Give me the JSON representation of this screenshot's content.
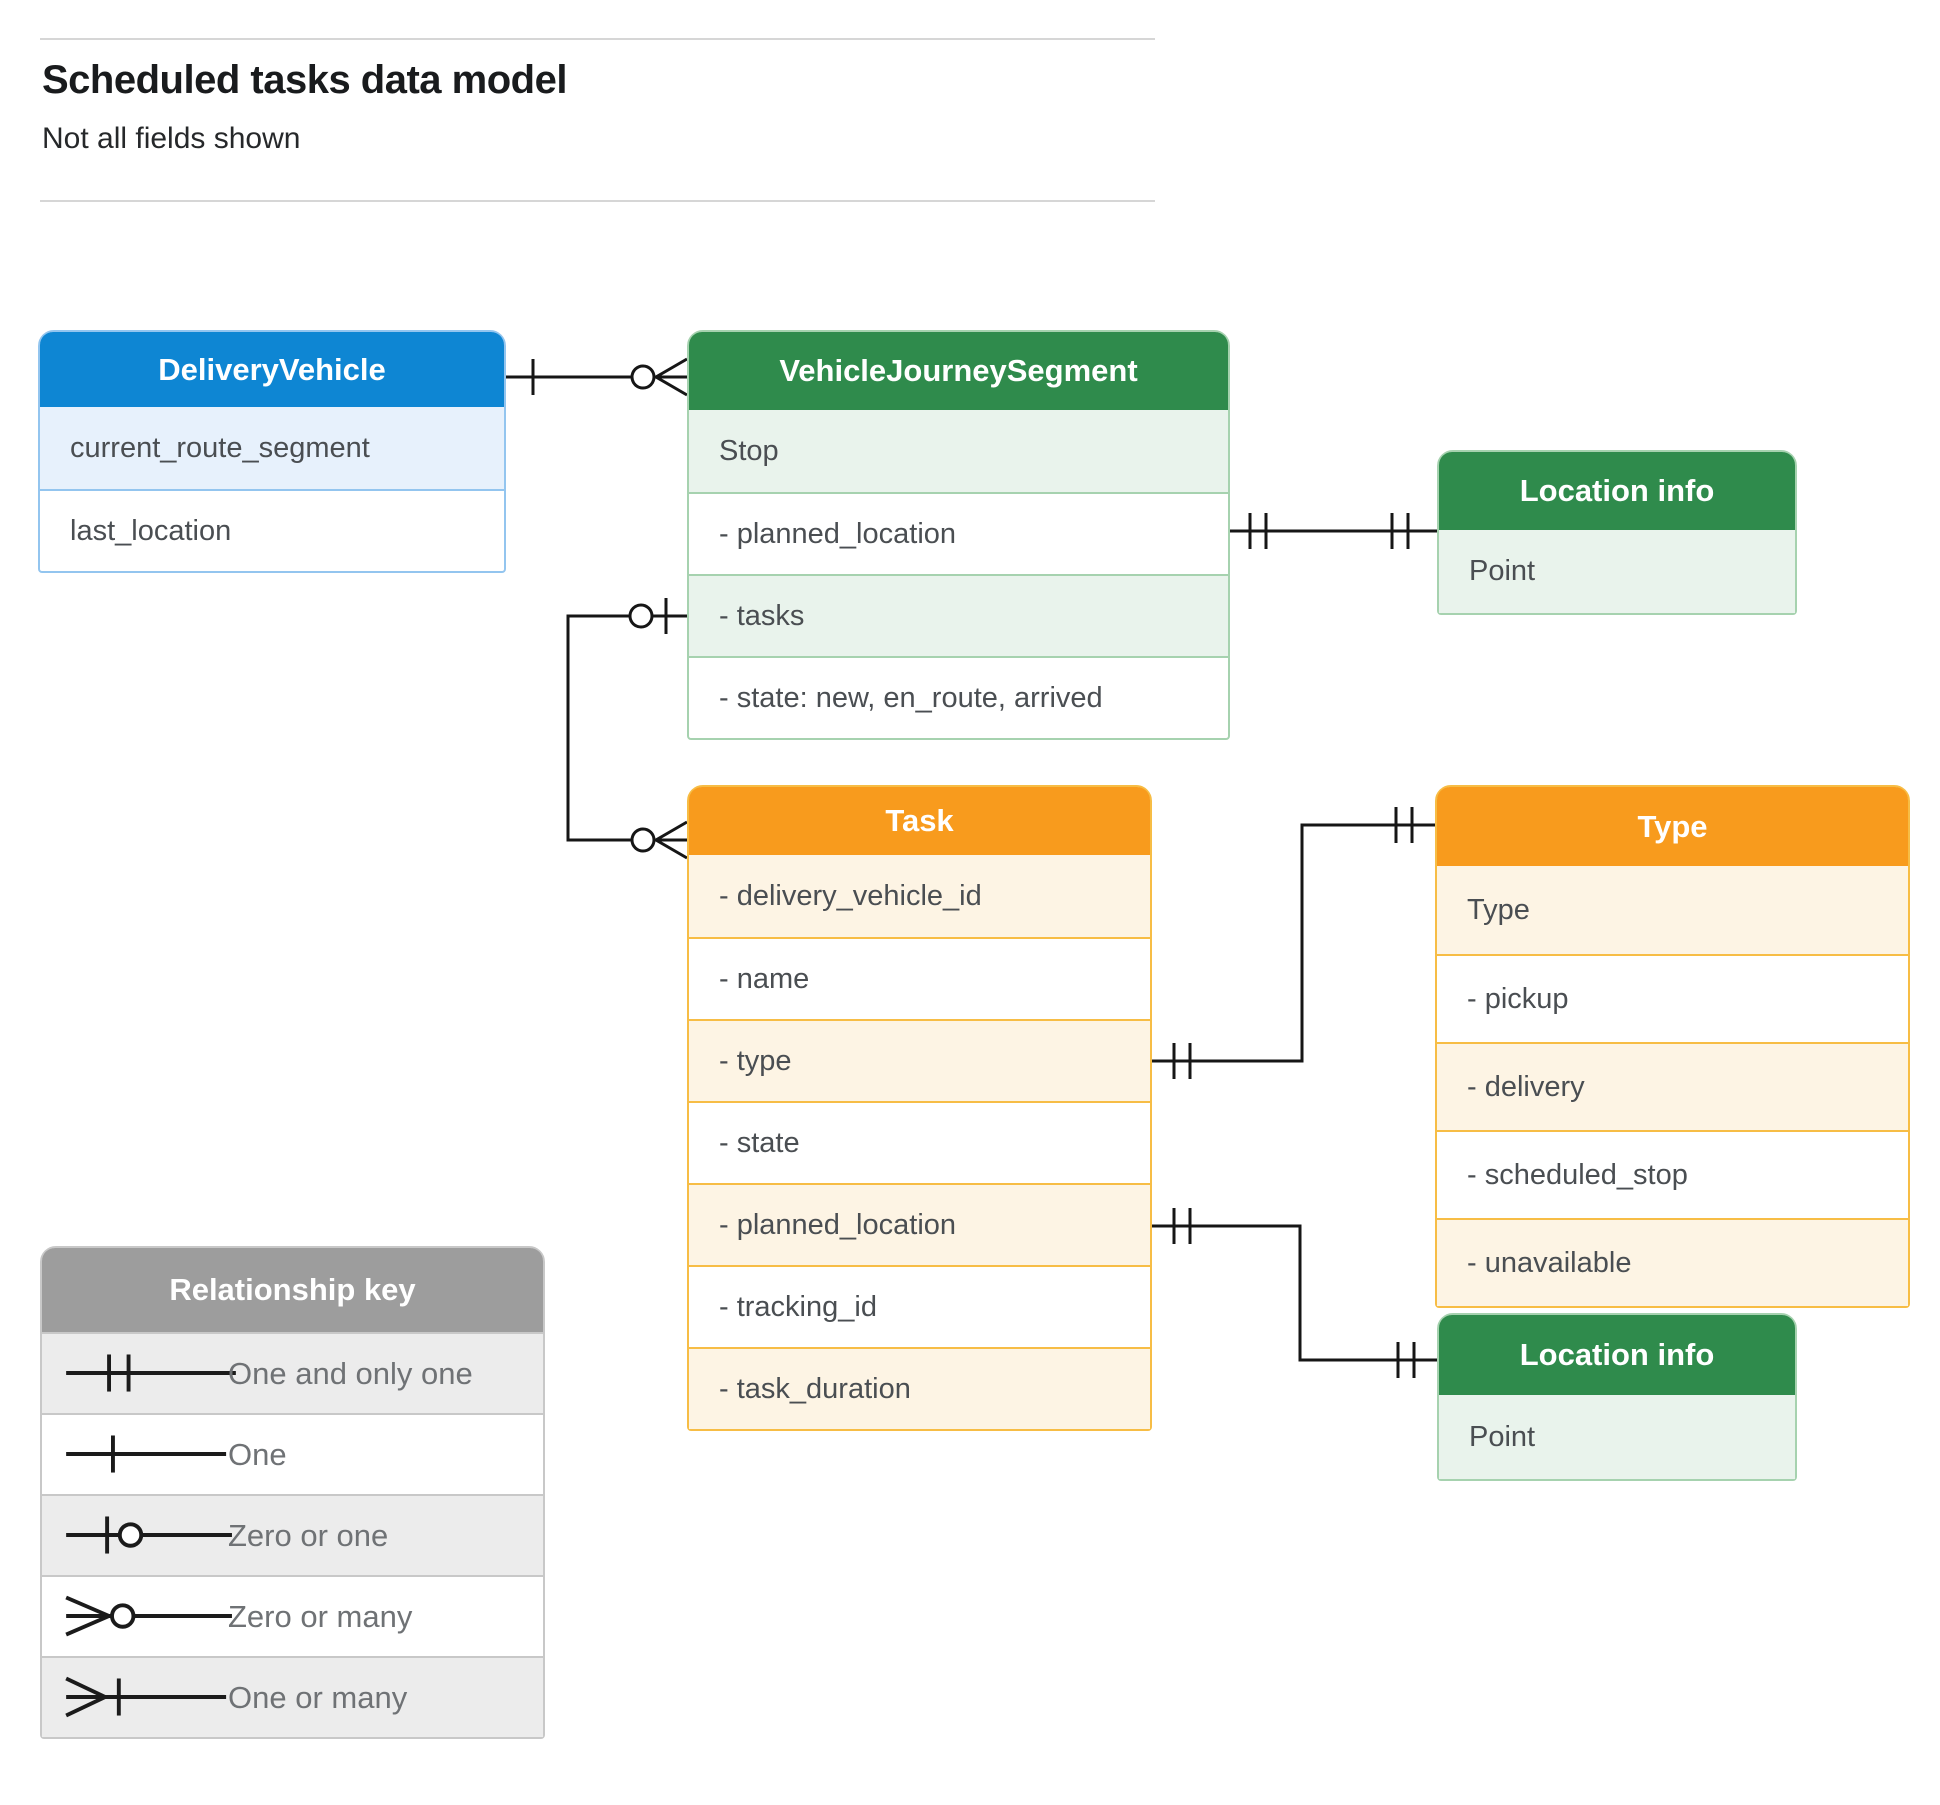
{
  "header": {
    "title": "Scheduled tasks data model",
    "subtitle": "Not all fields shown"
  },
  "entities": {
    "delivery_vehicle": {
      "title": "DeliveryVehicle",
      "rows": [
        "current_route_segment",
        "last_location"
      ]
    },
    "vehicle_journey_segment": {
      "title": "VehicleJourneySegment",
      "rows": [
        "Stop",
        "- planned_location",
        "- tasks",
        "- state: new, en_route, arrived"
      ]
    },
    "location_info_top": {
      "title": "Location info",
      "rows": [
        "Point"
      ]
    },
    "task": {
      "title": "Task",
      "rows": [
        "- delivery_vehicle_id",
        "- name",
        "- type",
        "- state",
        "- planned_location",
        "- tracking_id",
        "- task_duration"
      ]
    },
    "type": {
      "title": "Type",
      "rows": [
        "Type",
        "- pickup",
        "- delivery",
        "- scheduled_stop",
        "- unavailable"
      ]
    },
    "location_info_bottom": {
      "title": "Location info",
      "rows": [
        "Point"
      ]
    }
  },
  "legend": {
    "title": "Relationship key",
    "items": [
      {
        "symbol": "one-and-only-one",
        "label": "One and only one"
      },
      {
        "symbol": "one",
        "label": "One"
      },
      {
        "symbol": "zero-or-one",
        "label": "Zero or one"
      },
      {
        "symbol": "zero-or-many",
        "label": "Zero or many"
      },
      {
        "symbol": "one-or-many",
        "label": "One or many"
      }
    ]
  },
  "relationships": [
    {
      "from": "DeliveryVehicle",
      "from_end": "one",
      "to": "VehicleJourneySegment",
      "to_end": "zero-or-many"
    },
    {
      "from": "VehicleJourneySegment.planned_location",
      "from_end": "one-and-only-one",
      "to": "Location info (top)",
      "to_end": "one-and-only-one"
    },
    {
      "from": "VehicleJourneySegment.tasks",
      "from_end": "zero-or-one",
      "to": "Task",
      "to_end": "zero-or-many"
    },
    {
      "from": "Task.type",
      "from_end": "one-and-only-one",
      "to": "Type",
      "to_end": "one-and-only-one"
    },
    {
      "from": "Task.planned_location",
      "from_end": "one-and-only-one",
      "to": "Location info (bottom)",
      "to_end": "one-and-only-one"
    }
  ],
  "colors": {
    "blue_header": "#0e86d3",
    "blue_row": "#e7f1fc",
    "green_header": "#2f8b4c",
    "green_row": "#e9f3ec",
    "orange_header": "#f89b1d",
    "orange_row": "#fdf4e4",
    "gray_header": "#9d9d9d",
    "gray_row": "#ececec",
    "connector": "#161616"
  }
}
